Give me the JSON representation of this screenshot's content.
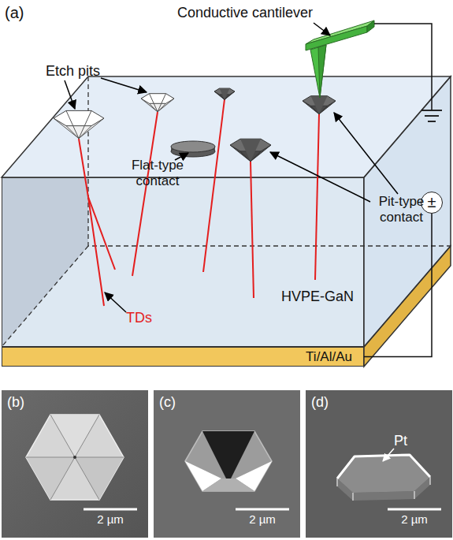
{
  "diagram": {
    "nodes": [
      {
        "text": [
          "HVPE-GaN"
        ]
      },
      {
        "text": [
          "Ti/Al/Au"
        ]
      },
      {
        "text": [
          "±"
        ]
      },
      {
        "text": [
          "(b)",
          "2 µm"
        ]
      },
      {
        "text": [
          "(c)",
          "2 µm"
        ]
      },
      {
        "text": [
          "(d)",
          "Pt",
          "2 µm"
        ]
      }
    ],
    "edges": [
      {
        "from": 2,
        "to": 1,
        "arrow": "none"
      }
    ],
    "labels": [
      "(a)",
      "Conductive cantilever",
      "Etch pits",
      "Flat-type contact",
      "Pit-type contact",
      "TDs"
    ]
  }
}
